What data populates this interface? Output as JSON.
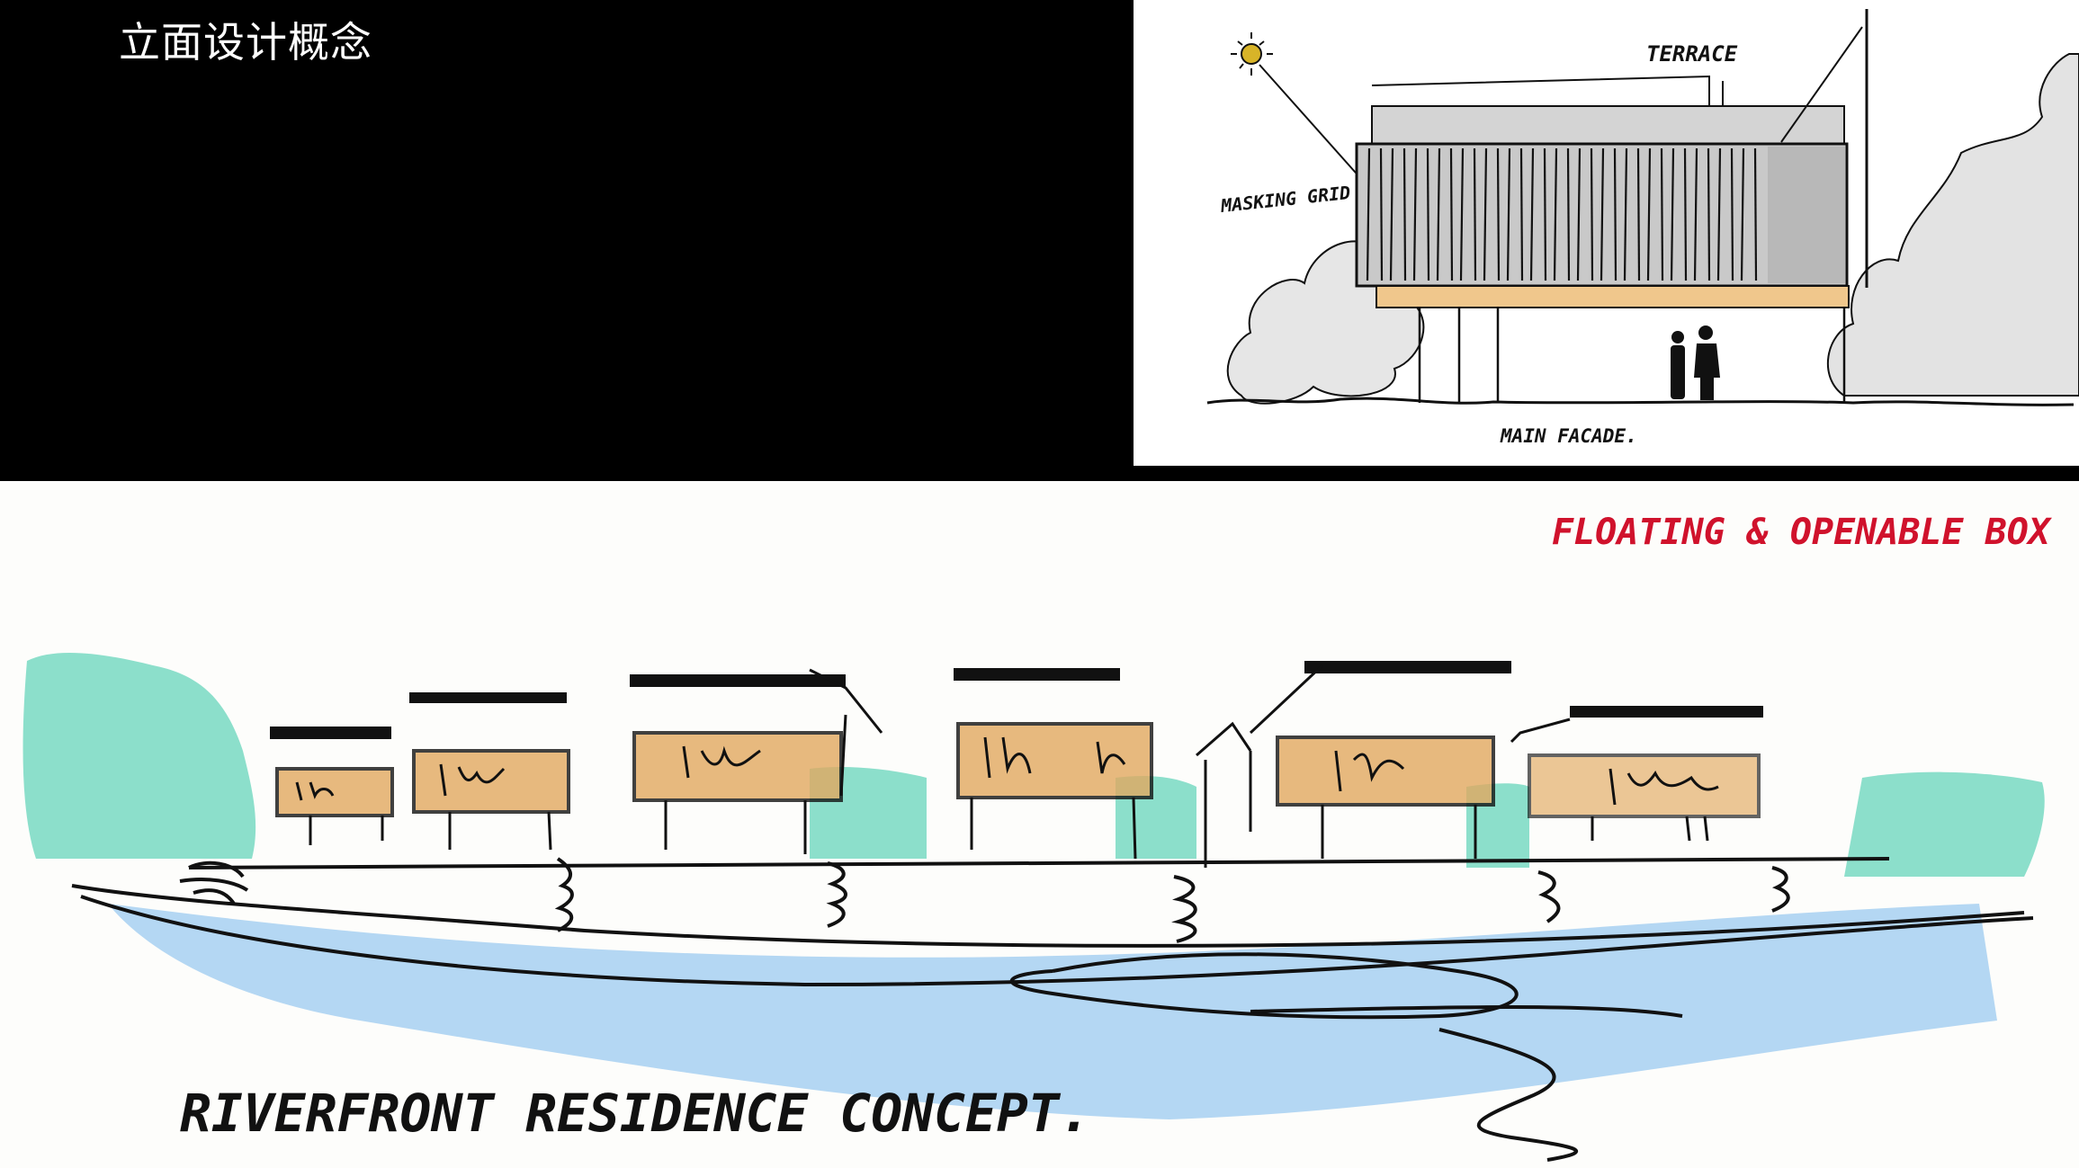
{
  "slide": {
    "title": "立面设计概念"
  },
  "facade_sketch": {
    "label_terrace": "TERRACE",
    "label_masking_grid": "MASKING GRID",
    "label_main_facade": "MAIN FACADE."
  },
  "site_sketch": {
    "label_floating_box": "FLOATING & OPENABLE BOX",
    "label_concept": "RIVERFRONT RESIDENCE CONCEPT."
  },
  "colors": {
    "panel_background": "#000000",
    "title_text": "#ffffff",
    "ink": "#111111",
    "accent_red": "#d0122c",
    "wood_ochre": "#e2a960",
    "greenery_teal": "#2fc6a4",
    "water_blue": "#5aa8e8",
    "sun_yellow": "#d8b428"
  }
}
